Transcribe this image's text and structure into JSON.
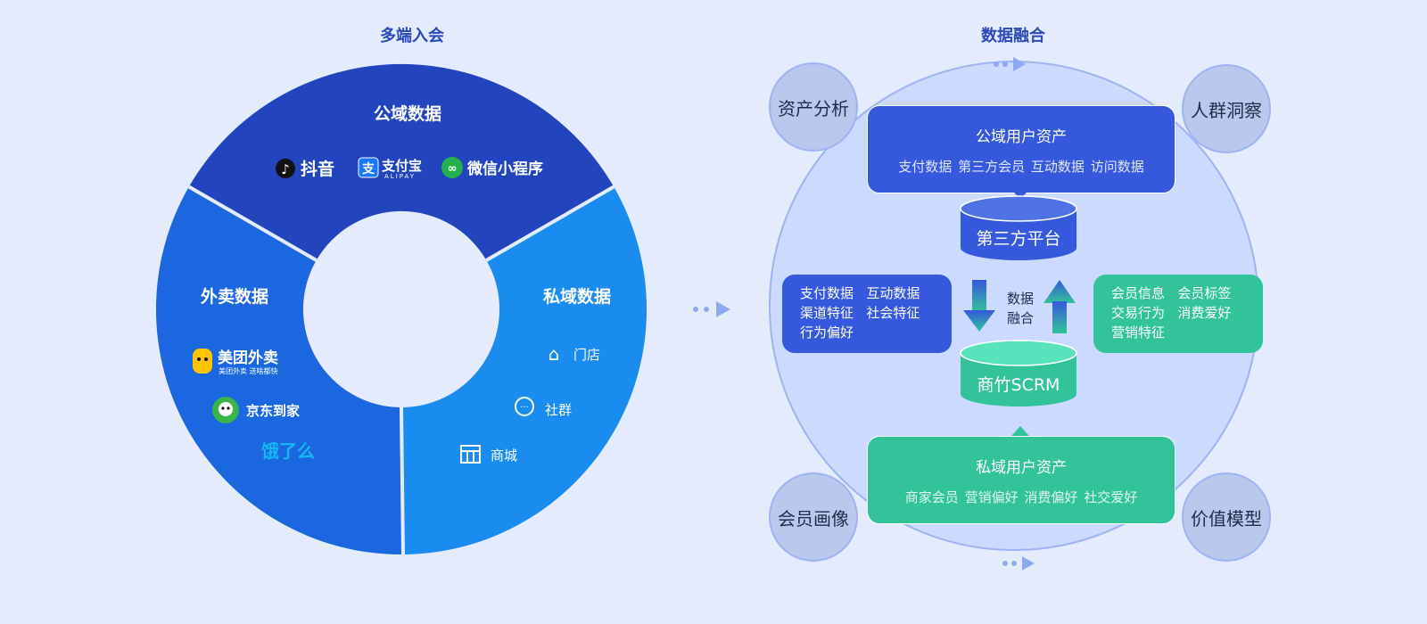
{
  "left": {
    "title": "多端入会",
    "public": {
      "title": "公域数据",
      "logos": [
        "抖音",
        "支付宝",
        "ALIPAY",
        "微信小程序"
      ]
    },
    "private": {
      "title": "私域数据",
      "items": [
        "门店",
        "社群",
        "商城"
      ]
    },
    "delivery": {
      "title": "外卖数据",
      "logos": [
        "美团外卖",
        "美团外卖 送啥都快",
        "京东到家",
        "饿了么"
      ]
    }
  },
  "right": {
    "title": "数据融合",
    "public_asset": {
      "title": "公域用户资产",
      "items": [
        "支付数据",
        "第三方会员",
        "互动数据",
        "访问数据"
      ]
    },
    "third_party": "第三方平台",
    "fusion_label": "数据\n融合",
    "left_box": [
      "支付数据",
      "互动数据",
      "渠道特征",
      "社会特征",
      "行为偏好"
    ],
    "right_box": [
      "会员信息",
      "会员标签",
      "交易行为",
      "消费爱好",
      "营销特征"
    ],
    "scrm": "商竹SCRM",
    "private_asset": {
      "title": "私域用户资产",
      "items": [
        "商家会员",
        "营销偏好",
        "消费偏好",
        "社交爱好"
      ]
    },
    "corners": [
      "资产分析",
      "人群洞察",
      "会员画像",
      "价值模型"
    ]
  },
  "colors": {
    "background": "#e3ebfd",
    "public_segment": "#2245bd",
    "delivery_segment": "#1a67df",
    "private_segment": "#1a8bef",
    "blue_box": "#3558dc",
    "green_box": "#33c39a",
    "title": "#2a48b8"
  }
}
